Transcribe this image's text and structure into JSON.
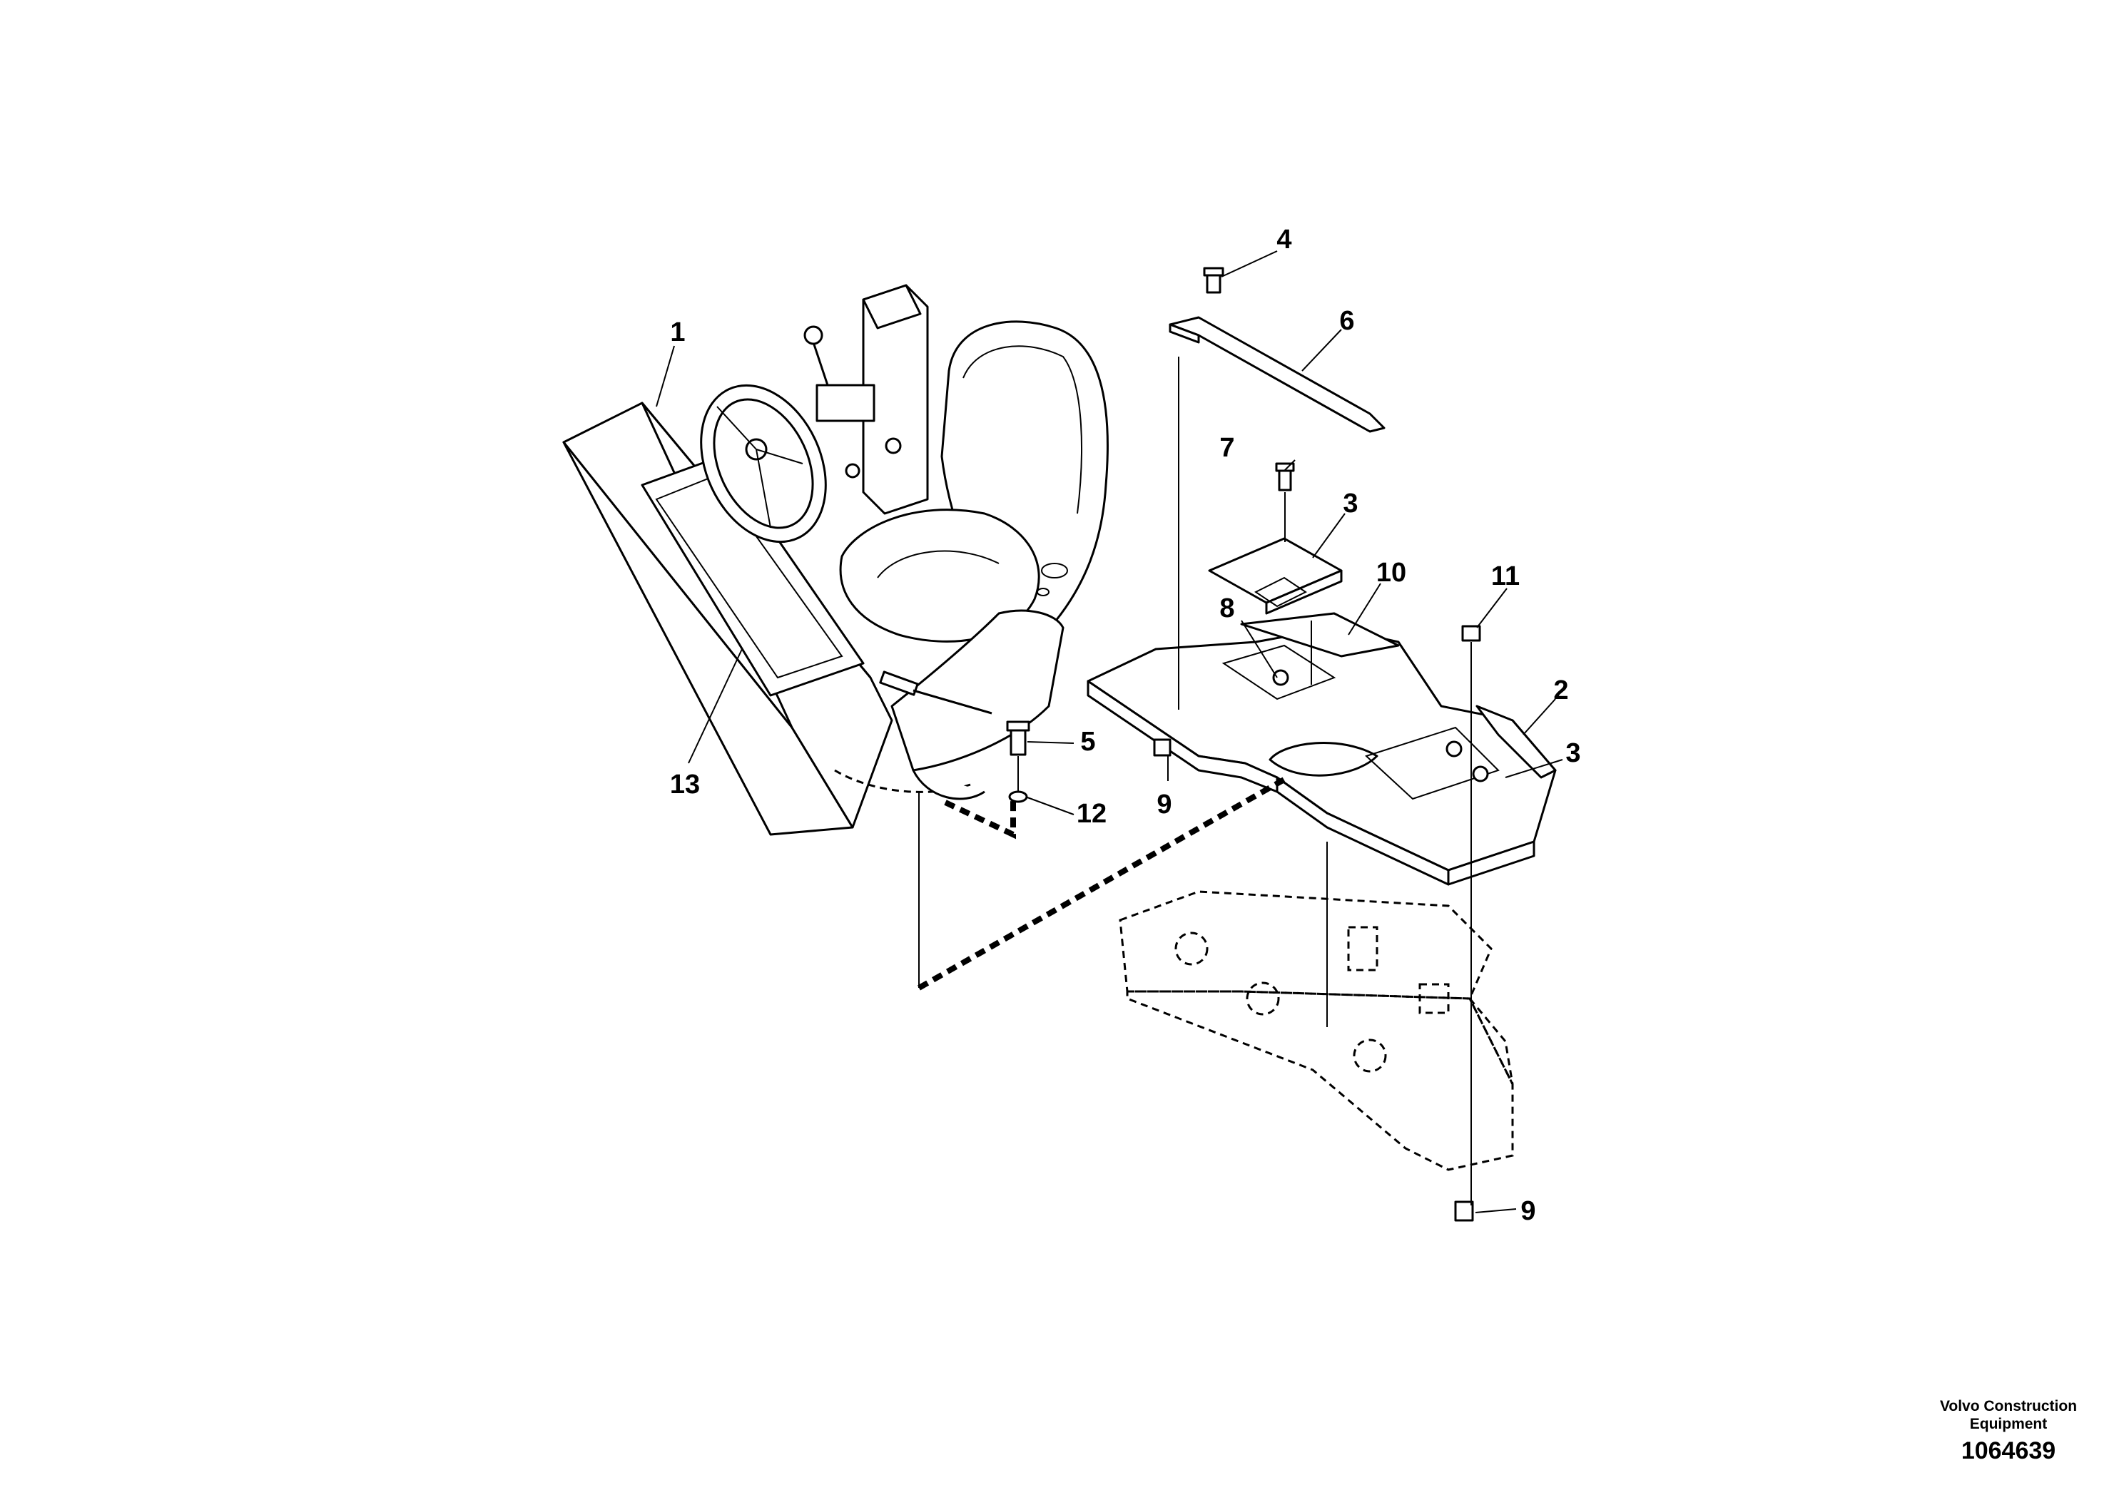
{
  "callouts": [
    {
      "id": "c1",
      "text": "1"
    },
    {
      "id": "c13",
      "text": "13"
    },
    {
      "id": "c4",
      "text": "4"
    },
    {
      "id": "c6",
      "text": "6"
    },
    {
      "id": "c7",
      "text": "7"
    },
    {
      "id": "c3a",
      "text": "3"
    },
    {
      "id": "c10",
      "text": "10"
    },
    {
      "id": "c8",
      "text": "8"
    },
    {
      "id": "c11",
      "text": "11"
    },
    {
      "id": "c2",
      "text": "2"
    },
    {
      "id": "c3b",
      "text": "3"
    },
    {
      "id": "c5",
      "text": "5"
    },
    {
      "id": "c12",
      "text": "12"
    },
    {
      "id": "c9a",
      "text": "9"
    },
    {
      "id": "c9b",
      "text": "9"
    }
  ],
  "footer": {
    "line1": "Volvo Construction",
    "line2": "Equipment",
    "ref": "1064639"
  }
}
